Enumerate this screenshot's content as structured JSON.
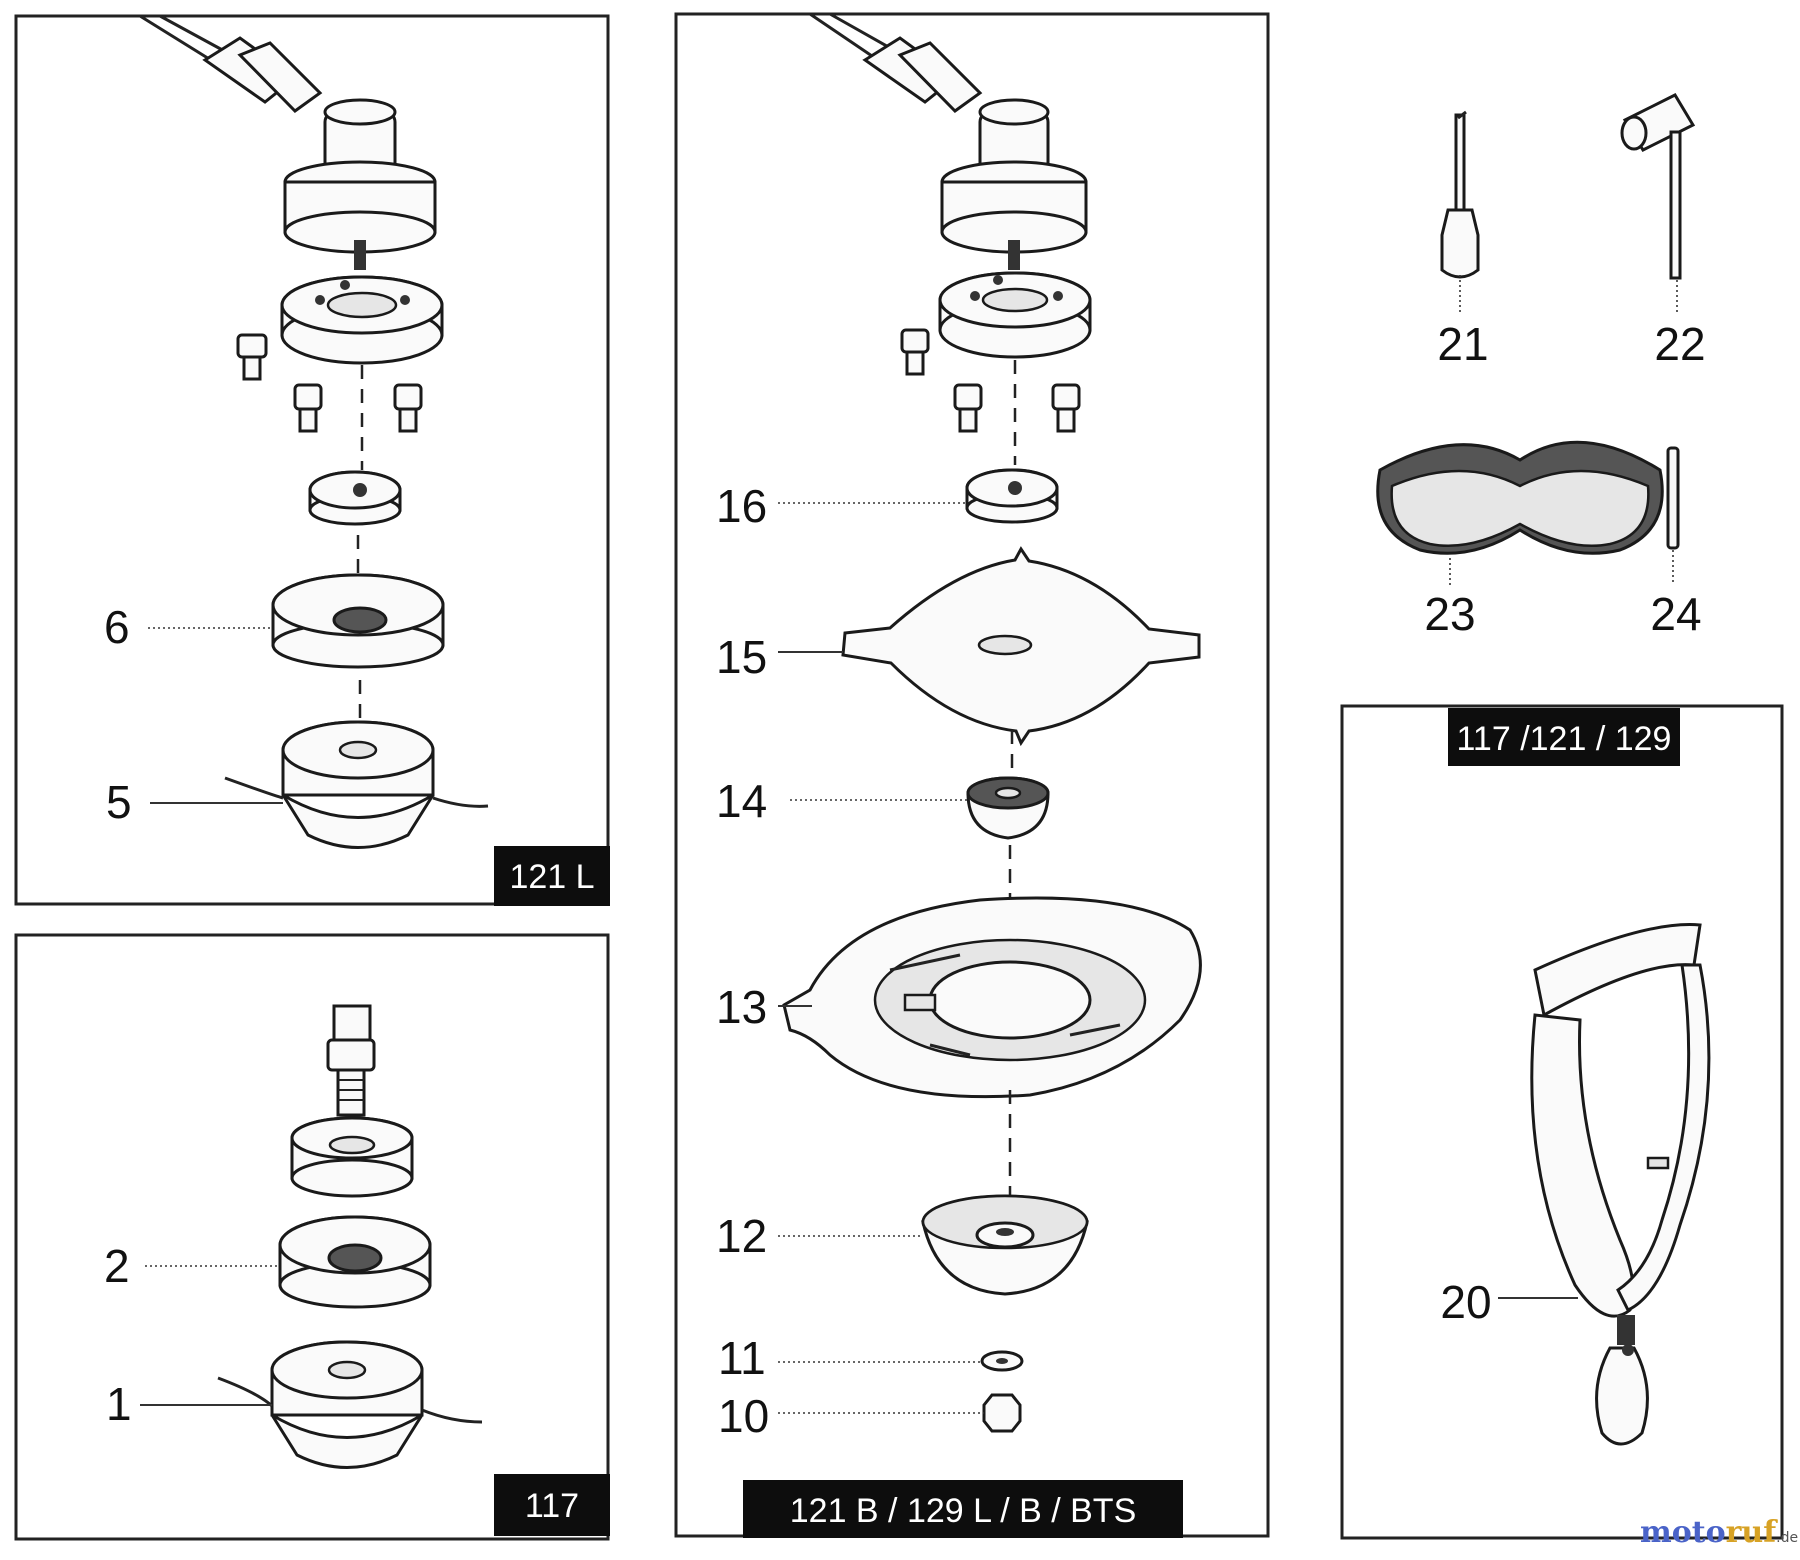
{
  "panels": {
    "p121l": {
      "badge": "121 L"
    },
    "p117": {
      "badge": "117"
    },
    "p121b": {
      "badge": "121 B / 129 L / B / BTS"
    },
    "pstrap": {
      "badge": "117 /121 / 129"
    }
  },
  "callouts": {
    "n1": "1",
    "n2": "2",
    "n5": "5",
    "n6": "6",
    "n10": "10",
    "n11": "11",
    "n12": "12",
    "n13": "13",
    "n14": "14",
    "n15": "15",
    "n16": "16",
    "n20": "20",
    "n21": "21",
    "n22": "22",
    "n23": "23",
    "n24": "24"
  },
  "watermark": {
    "part1": "moto",
    "part2": "ruf",
    "suffix": ".de"
  },
  "icons": [
    "trimmer-shaft-icon",
    "gearbox-icon",
    "flange-icon",
    "bolt-icon",
    "spool-head-icon",
    "blade-icon",
    "guard-icon",
    "screwdriver-icon",
    "spanner-icon",
    "goggles-icon",
    "pin-icon",
    "harness-icon"
  ]
}
